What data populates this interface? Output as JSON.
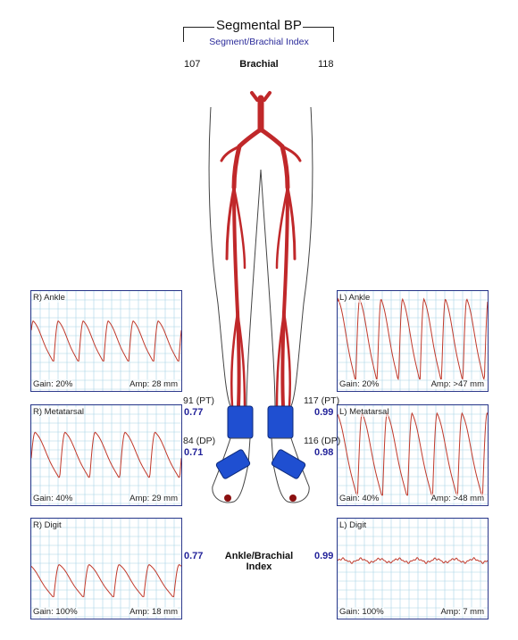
{
  "header": {
    "title": "Segmental BP",
    "subtitle": "Segment/Brachial Index"
  },
  "brachial": {
    "label": "Brachial",
    "right_value": "107",
    "left_value": "118"
  },
  "panels": {
    "r_ankle": {
      "name": "R) Ankle",
      "gain": "Gain: 20%",
      "amp": "Amp: 28 mm"
    },
    "r_metatarsal": {
      "name": "R) Metatarsal",
      "gain": "Gain: 40%",
      "amp": "Amp: 29 mm"
    },
    "r_digit": {
      "name": "R) Digit",
      "gain": "Gain: 100%",
      "amp": "Amp: 18 mm"
    },
    "l_ankle": {
      "name": "L) Ankle",
      "gain": "Gain: 20%",
      "amp": "Amp: >47 mm"
    },
    "l_metatarsal": {
      "name": "L) Metatarsal",
      "gain": "Gain: 40%",
      "amp": "Amp: >48 mm"
    },
    "l_digit": {
      "name": "L) Digit",
      "gain": "Gain: 100%",
      "amp": "Amp: 7 mm"
    }
  },
  "pressures": {
    "right_pt": "91 (PT)",
    "right_pt_index": "0.77",
    "right_dp": "84 (DP)",
    "right_dp_index": "0.71",
    "left_pt": "117 (PT)",
    "left_pt_index": "0.99",
    "left_dp": "116 (DP)",
    "left_dp_index": "0.98"
  },
  "abi": {
    "label": "Ankle/Brachial Index",
    "right": "0.77",
    "left": "0.99"
  },
  "colors": {
    "panel_border": "#2e3a8c",
    "grid": "#a8d4e6",
    "waveform": "#c0392b",
    "artery": "#c0282a",
    "cuff": "#1f4fd1",
    "index_text": "#23239a"
  }
}
